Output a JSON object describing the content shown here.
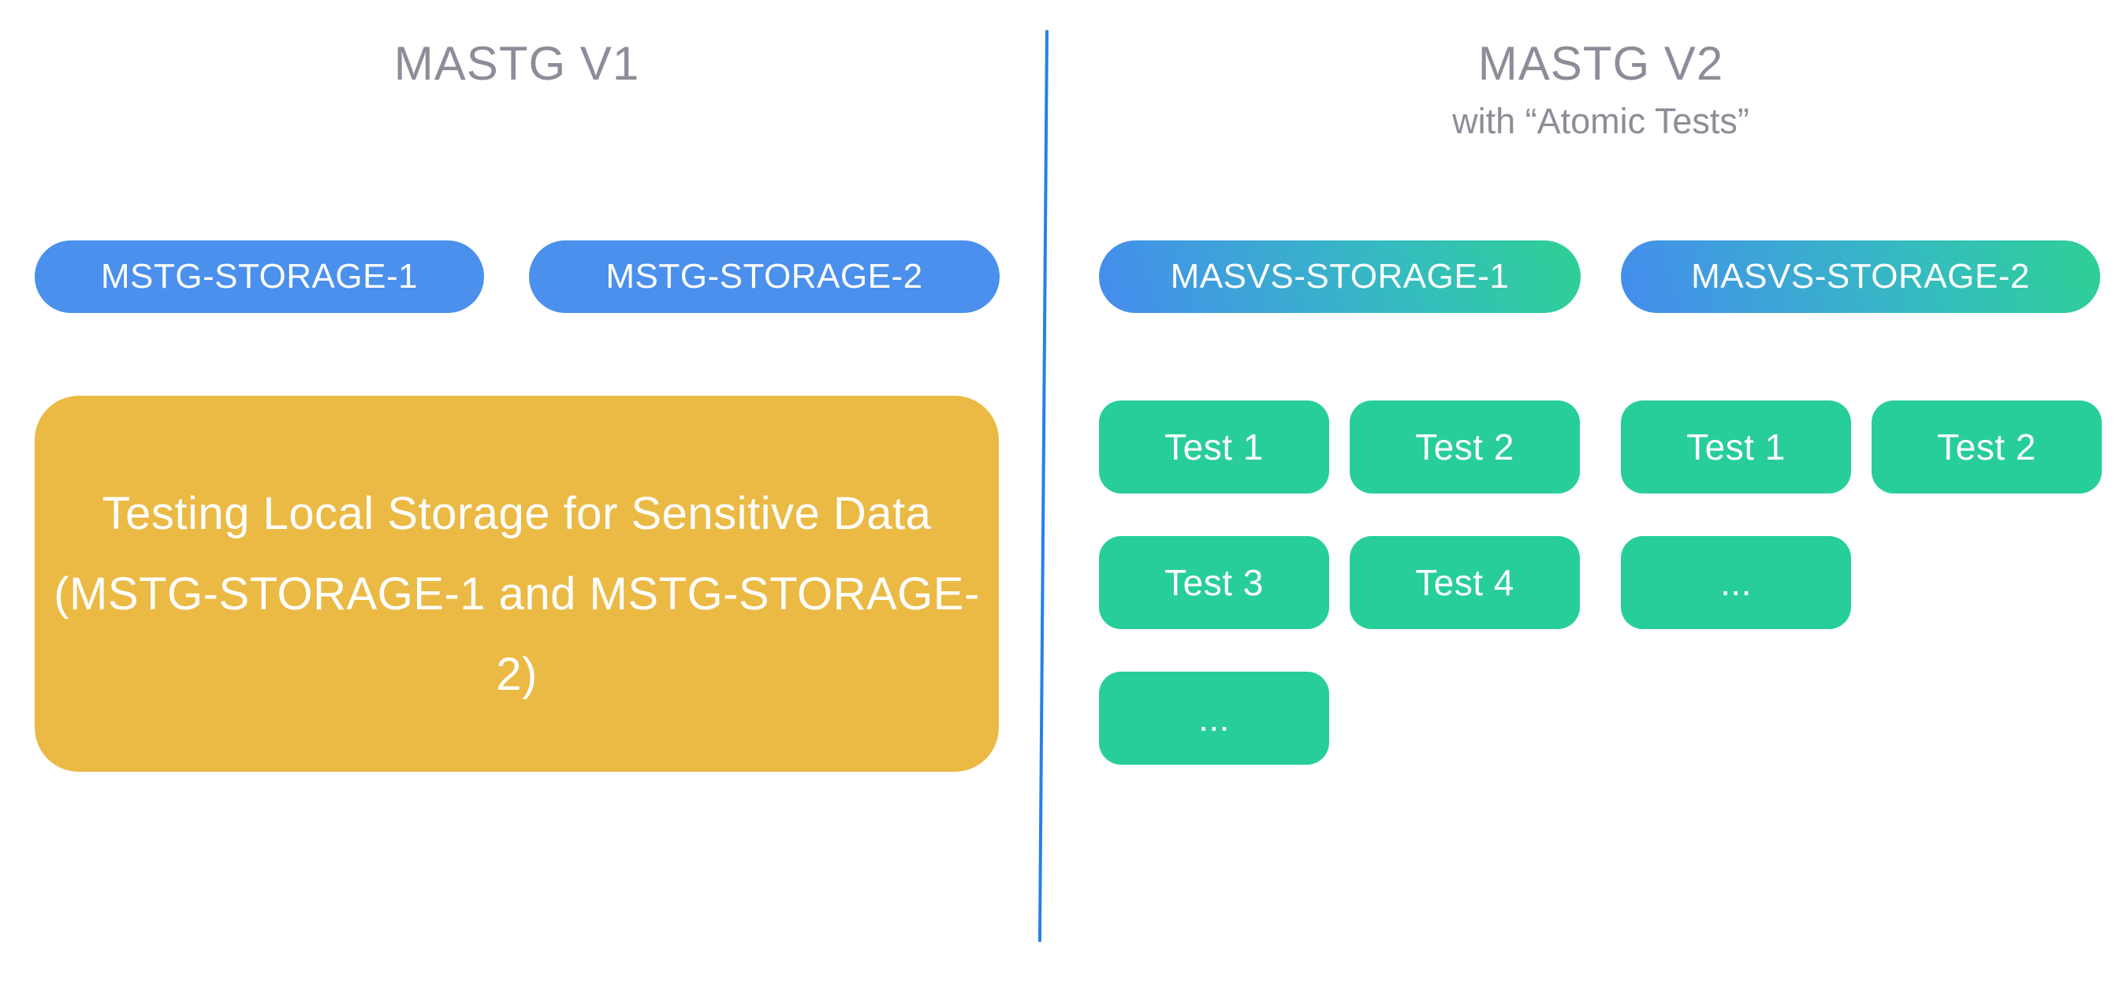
{
  "left_panel": {
    "title": "MASTG V1",
    "pills": [
      "MSTG-STORAGE-1",
      "MSTG-STORAGE-2"
    ],
    "card": {
      "line1": "Testing Local Storage for Sensitive Data",
      "line2": "(MSTG-STORAGE-1 and MSTG-STORAGE-2)"
    }
  },
  "right_panel": {
    "title": "MASTG V2",
    "subtitle": "with “Atomic Tests”",
    "groups": [
      {
        "pill": "MASVS-STORAGE-1",
        "tests": [
          "Test 1",
          "Test 2",
          "Test 3",
          "Test 4",
          "..."
        ]
      },
      {
        "pill": "MASVS-STORAGE-2",
        "tests": [
          "Test 1",
          "Test 2",
          "..."
        ]
      }
    ]
  },
  "colors": {
    "pill_blue": "#4A90EC",
    "gradient_blue": "#458CEF",
    "gradient_green": "#2ED094",
    "test_green": "#28CE9A",
    "card_gold": "#EBBA45",
    "divider_blue": "#2680EA",
    "title_gray": "#8D8D99",
    "text_white": "#FFFFFF"
  }
}
